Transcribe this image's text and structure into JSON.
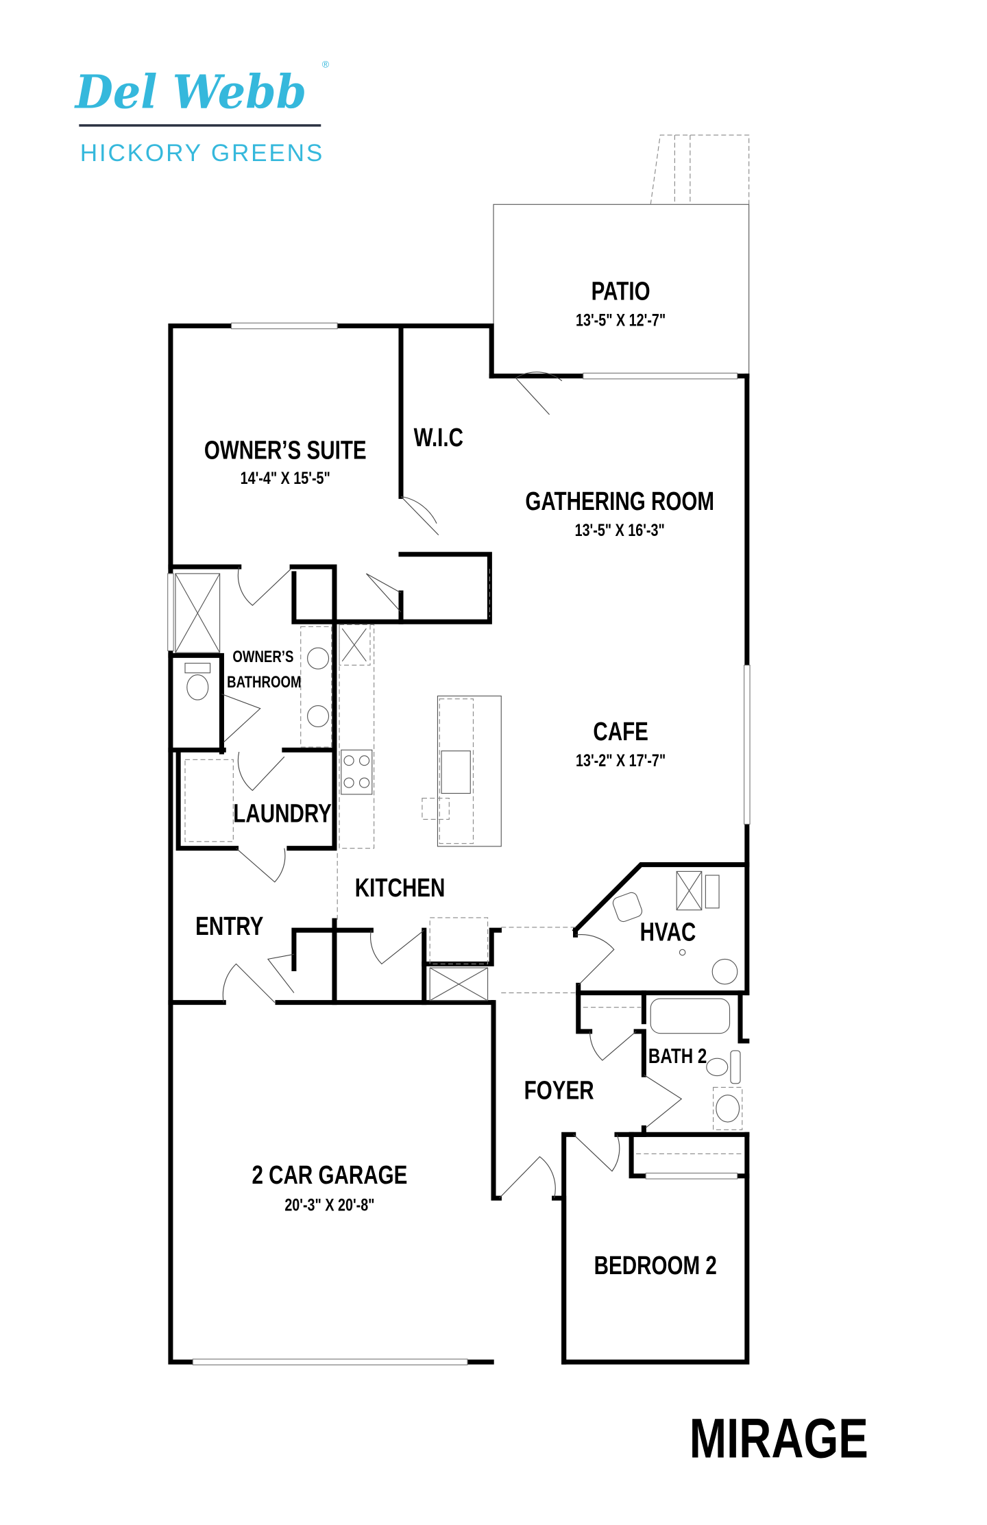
{
  "logo": {
    "brand": "Del Webb",
    "registered_mark": "®",
    "community": "HICKORY GREENS",
    "color": "#35b8dc"
  },
  "model_name": "MIRAGE",
  "rooms": {
    "patio": {
      "name": "PATIO",
      "dims": "13'-5\" X 12'-7\""
    },
    "owners_suite": {
      "name": "OWNER’S SUITE",
      "dims": "14'-4\" X 15'-5\""
    },
    "wic": {
      "name": "W.I.C"
    },
    "gathering_room": {
      "name": "GATHERING ROOM",
      "dims": "13'-5\" X 16'-3\""
    },
    "owners_bathroom": {
      "name_line1": "OWNER’S",
      "name_line2": "BATHROOM"
    },
    "cafe": {
      "name": "CAFE",
      "dims": "13'-2\" X 17'-7\""
    },
    "laundry": {
      "name": "LAUNDRY"
    },
    "kitchen": {
      "name": "KITCHEN"
    },
    "entry": {
      "name": "ENTRY"
    },
    "hvac": {
      "name": "HVAC"
    },
    "bath2": {
      "name": "BATH 2"
    },
    "foyer": {
      "name": "FOYER"
    },
    "garage": {
      "name": "2 CAR GARAGE",
      "dims": "20'-3\" X 20'-8\""
    },
    "bedroom2": {
      "name": "BEDROOM 2"
    }
  }
}
